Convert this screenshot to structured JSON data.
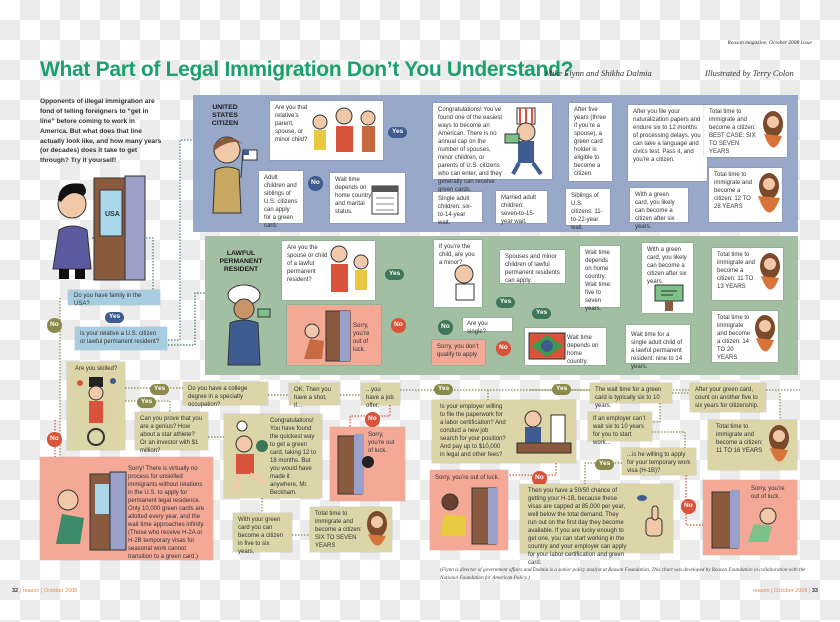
{
  "header": {
    "issue": "Reason magazine, October 2008 Issue",
    "title": "What Part of Legal Immigration Don’t You  Understand?",
    "authors": "Mike Flynn and Shikha Dalmia",
    "illustrator": "Illustrated by Terry Colon"
  },
  "intro": "Opponents of illegal immigration are fond of telling foreigners to “get in line” before coming to work in America. But what does that line actually look like, and how many years (or decades) does it take to get through? Try it yourself!",
  "door_sign": "USA",
  "labels": {
    "yes": "Yes",
    "no": "No"
  },
  "start": {
    "family_q": "Do you have family in the USA?",
    "relative_q": "Is your relative a U.S. citizen or lawful permanent resident?"
  },
  "usc": {
    "heading": "UNITED STATES CITIZEN",
    "relative_q": "Are you that relative’s parent, spouse, or minor child?",
    "adult_children": "Adult children and siblings of U.S. citizens can apply for a green card.",
    "wait_depends": "Wait time depends on home country and marital status.",
    "congrats": "Congratulations! You’ve found one of the easiest ways to become an American. There is no annual cap on the number of spouses, minor children, or parents of U.S. citizens who can enter, and they generally can receive green cards.",
    "after_five": "After five years (three if you’re a spouse), a green card holder is eligible to become a citizen.",
    "after_file": "After you file your naturalization papers and endure six to 12 months of processing delays, you can take a language and civics test. Pass it, and you’re a citizen.",
    "total_best": "Total time to immigrate and become a citizen: BEST CASE: SIX TO SEVEN YEARS",
    "single_adult": "Single adult children: six-to-14-year wait.",
    "married_adult": "Married adult children: seven-to-15-year wait.",
    "siblings": "Siblings of U.S. citizens: 11-to-22-year wait.",
    "with_card": "With a green card, you likely can become a citizen after six years.",
    "total_12_28": "Total time to immigrate and become a citizen: 12 TO 28 YEARS"
  },
  "lpr": {
    "heading": "LAWFUL PERMANENT RESIDENT",
    "spouse_q": "Are you the spouse or child of a lawful permanent resident?",
    "sorry": "Sorry, you’re out of luck.",
    "minor_q": "If you’re the child, are you a minor?",
    "spouses_apply": "Spouses and minor children of lawful permanent residents can apply.",
    "wait_5_7": "Wait time depends on home country. Wait time: five to seven years.",
    "with_card": "With a green card, you likely can become a citizen after six years.",
    "total_11_13": "Total time to immigrate and become a citizen: 11 TO 13 YEARS",
    "single_q": "Are you single?",
    "no_qualify": "Sorry, you don’t qualify to apply.",
    "wait_home": "Wait time depends on home country.",
    "wait_single_adult": "Wait time for a single adult child of a lawful permanent resident: nine to 14 years.",
    "total_14_20": "Total time to immigrate and become a citizen: 14 TO 20 YEARS"
  },
  "skill": {
    "skilled_q": "Are you skilled?",
    "college_q": "Do you have a college degree in a specialty occupation?",
    "genius_q": "Can you prove that you are a genius? How about a star athlete? Or an investor with $1 million?",
    "unskilled_sorry": "Sorry! There is virtually no process for unskilled immigrants without relations in the U.S. to apply for permanent legal residence. Only 10,000 green cards are allotted every year, and the wait time approaches infinity. (Those who receive H-2A or H-2B temporary visas for seasonal work cannot transition to a green card.)",
    "beckham": "Congratulations! You have found the quickest way to get a green card, taking 12 to 18 months. But you would have made it anywhere, Mr. Beckham.",
    "beckham_citizen": "With your green card you can become a citizen in five to six years.",
    "total_six_seven": "Total time to immigrate and become a citizen: SIX TO SEVEN YEARS",
    "ok_shot": "OK. Then you have a shot, if...",
    "job_offer": "...you have a job offer.",
    "sorry_luck": "Sorry, you’re out of luck.",
    "employer_q": "Is your employer willing to file the paperwork for a labor certification? And conduct a new job search for your position? And pay up to $10,000 in legal and other fees?",
    "wait_6_10": "The wait time for a green card is typically six to 10 years.",
    "after_card": "After your green card, count on another five to six years for citizenship.",
    "cant_wait": "If an employer can’t wait six to 10 years for you to start work...",
    "total_11_16": "Total time to immigrate and become a citizen: 11 TO 16 YEARS",
    "h1b_q": "...is he willing to apply for your temporary work visa (H-1B)?",
    "sorry_luck2": "Sorry, you’re out of luck.",
    "fifty_fifty": "Then you have a 50/50 chance of getting your H-1B, because these visas are capped at 85,000 per year, well below the total demand. They run out on the first day they become available. If you are lucky enough to get one, you can start working in the country and your employer can apply for your labor certification and green card.",
    "sorry_luck3": "Sorry, you’re out of luck."
  },
  "footnote": "(Flynn is director of government affairs and Dalmia is a senior policy analyst at Reason Foundation. This chart was developed by Reason Foundation in collaboration with the National Foundation for American Policy.)",
  "page_left": {
    "num": "32",
    "text": "| reason | October 2008"
  },
  "page_right": {
    "num": "33",
    "text": "reason | October 2008 |"
  },
  "colors": {
    "title": "#1b9f6c",
    "citizen_panel": "#98a8c9",
    "resident_panel": "#a3bfa3",
    "skilled_box": "#dbd5a8",
    "out_of_luck": "#f3a996",
    "question_box": "#a9cde0",
    "yes_blue": "#3e5c8f",
    "yes_green": "#3d7757",
    "yes_olive": "#8c8a4a",
    "no_red": "#d9533a"
  }
}
